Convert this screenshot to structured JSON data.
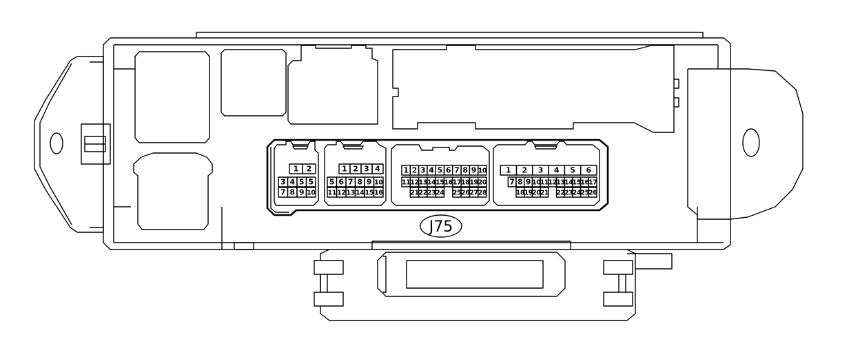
{
  "label": "J75",
  "connectors": [
    {
      "name": "connector-a",
      "rows": [
        [
          "2",
          "1"
        ],
        [
          "5",
          "5",
          "4",
          "3"
        ],
        [
          "10",
          "9",
          "8",
          "7"
        ]
      ]
    },
    {
      "name": "connector-b",
      "rows": [
        [
          "4",
          "3",
          "2",
          "1"
        ],
        [
          "10",
          "9",
          "8",
          "7",
          "6",
          "5"
        ],
        [
          "16",
          "15",
          "14",
          "13",
          "12",
          "11"
        ]
      ]
    },
    {
      "name": "connector-c",
      "rows": [
        [
          "10",
          "9",
          "8",
          "7",
          "6",
          "5",
          "4",
          "3",
          "2",
          "1"
        ],
        [
          "20",
          "19",
          "18",
          "17",
          "16",
          "15",
          "14",
          "13",
          "12",
          "11"
        ],
        [
          "28",
          "27",
          "26",
          "25",
          "",
          "24",
          "23",
          "22",
          "21"
        ]
      ]
    },
    {
      "name": "connector-d",
      "rows": [
        [
          "6",
          "5",
          "4",
          "3",
          "2",
          "1"
        ],
        [
          "17",
          "16",
          "15",
          "14",
          "13",
          "12",
          "11",
          "10",
          "9",
          "8",
          "7"
        ],
        [
          "26",
          "25",
          "24",
          "23",
          "22",
          "",
          "21",
          "20",
          "19",
          "18"
        ]
      ]
    }
  ]
}
